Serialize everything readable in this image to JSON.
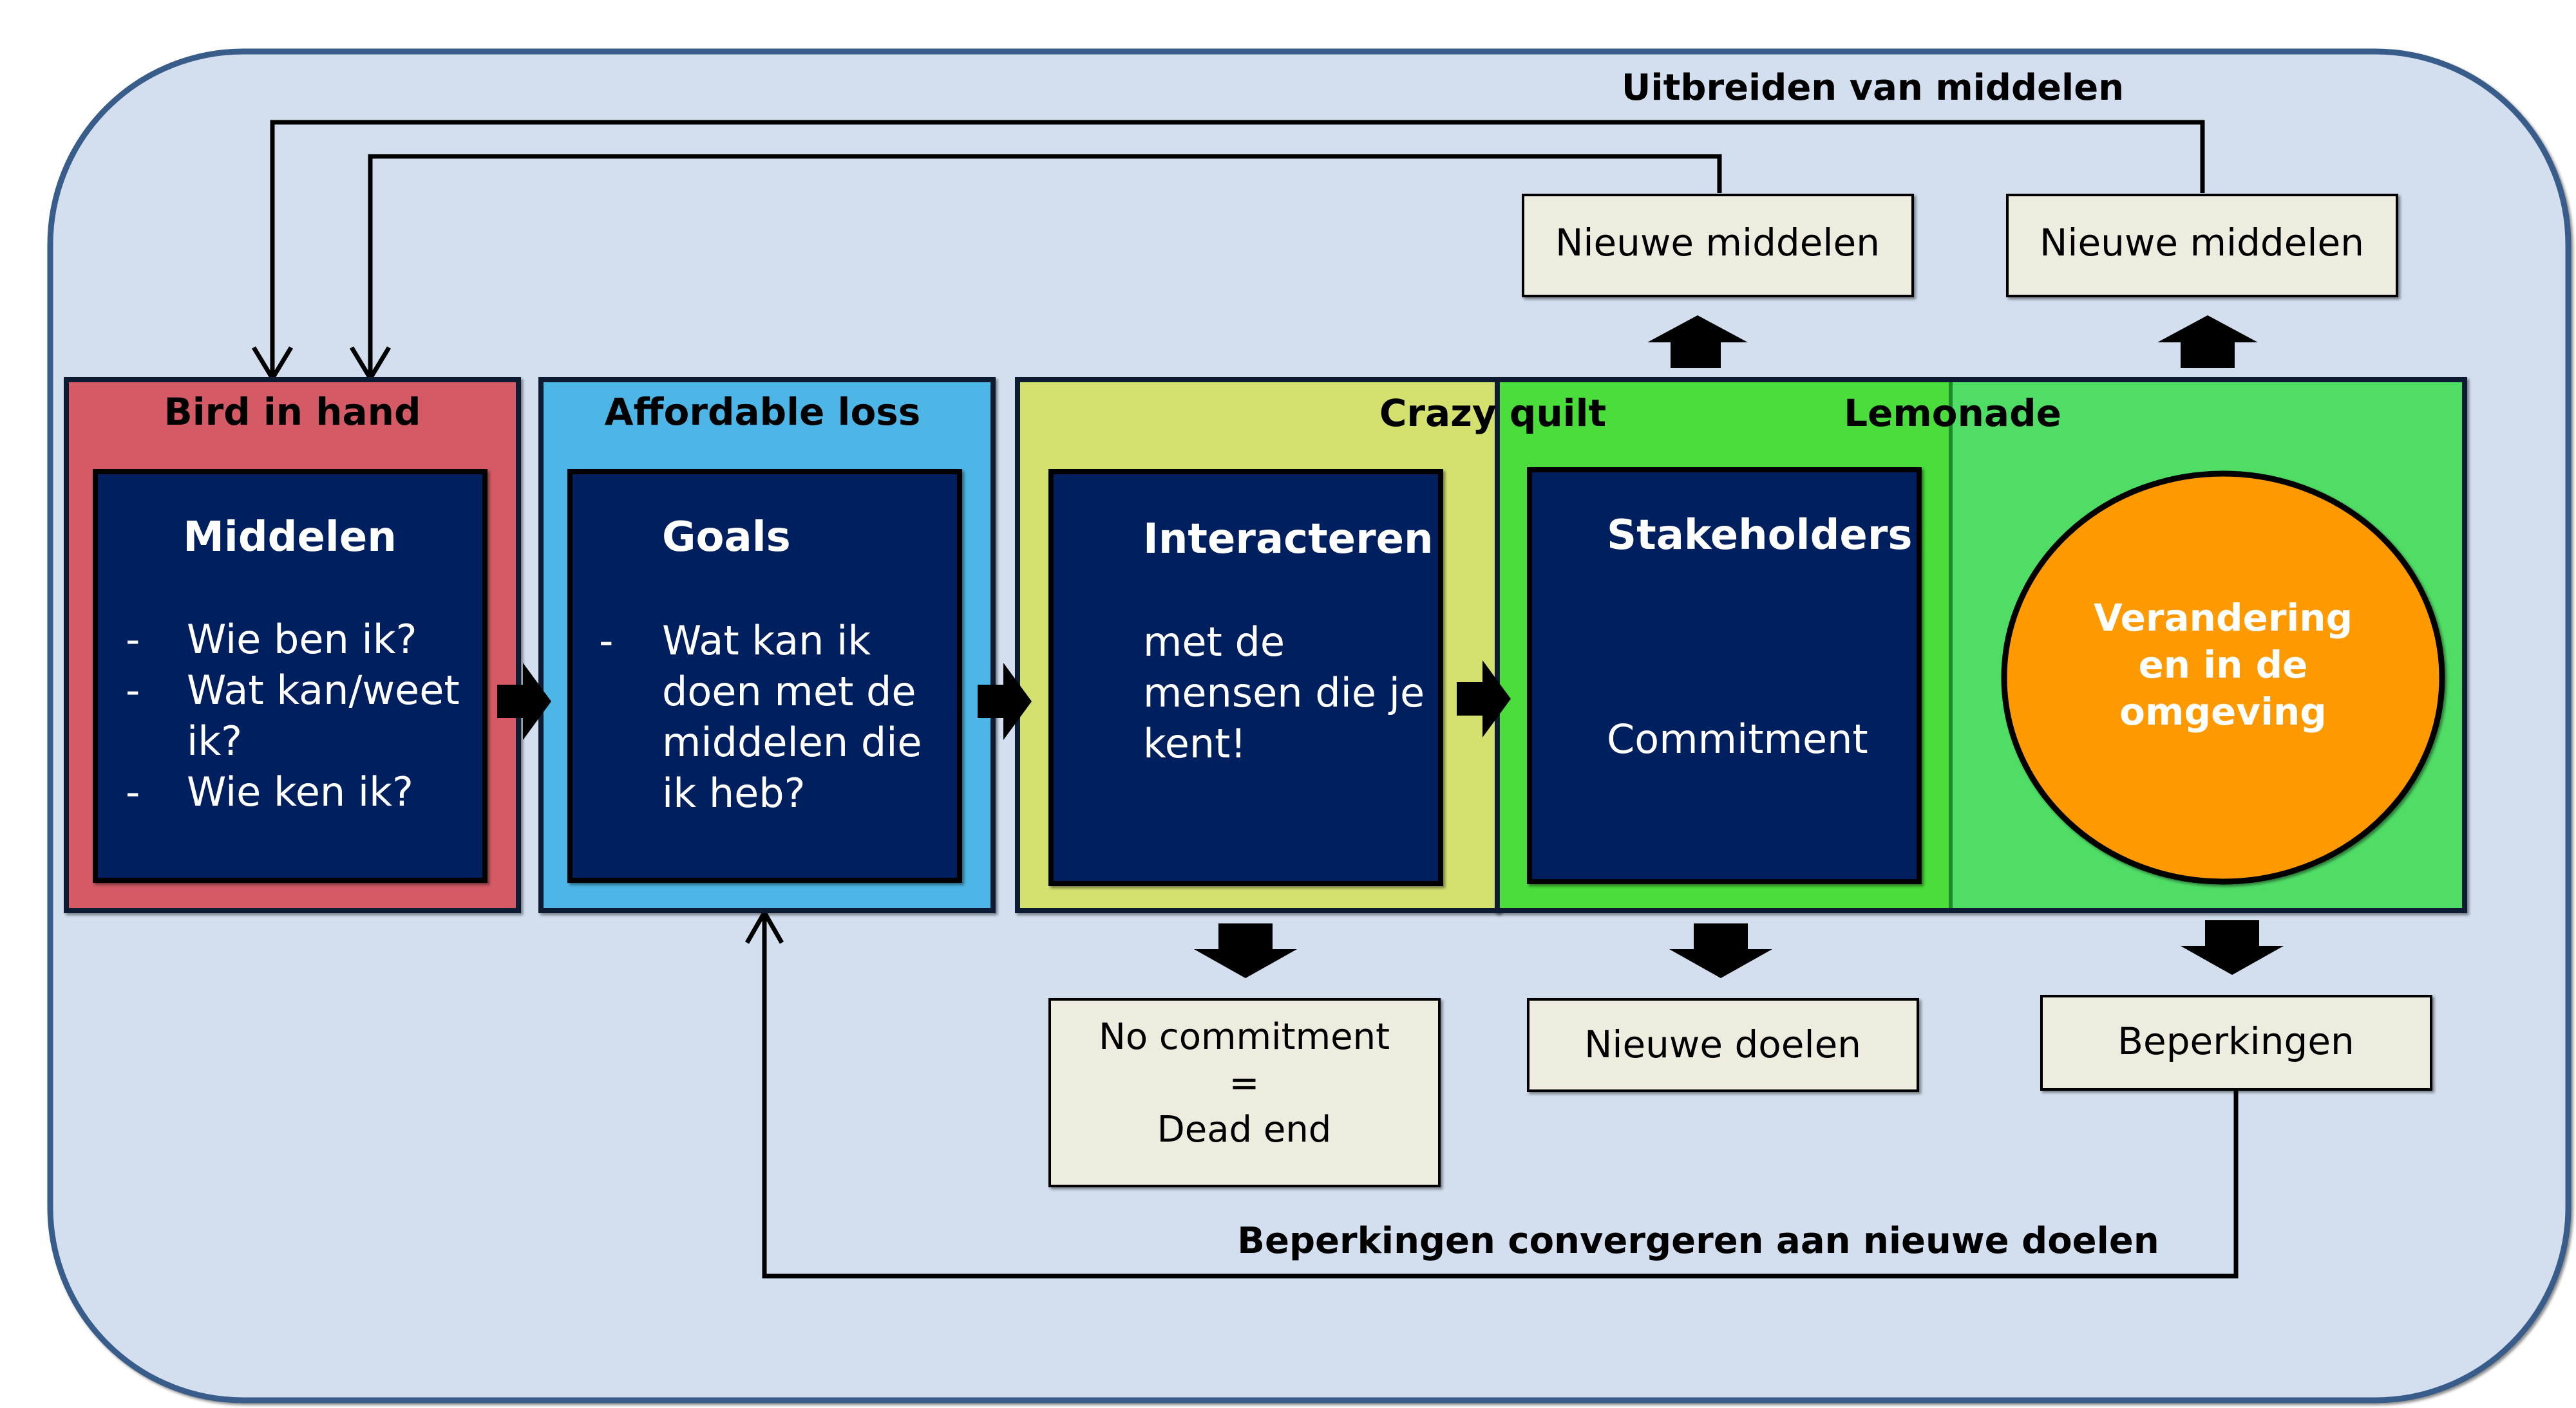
{
  "colors": {
    "background": "#D3DFEF",
    "border": "#385D8A",
    "bird_in_hand": "#D45A66",
    "affordable_loss": "#4DB6E6",
    "crazy_quilt": "#D5E16E",
    "lemonade_left": "#4ADD3B",
    "lemonade_right": "#50DD66",
    "inner_box": "#001F5F",
    "outcome_box": "#EEEBDF",
    "circle": "#FF9900"
  },
  "top_label": "Uitbreiden van middelen",
  "bottom_label": "Beperkingen convergeren aan nieuwe doelen",
  "stages": {
    "bird_in_hand": {
      "title": "Bird in hand",
      "heading": "Middelen",
      "items": [
        {
          "bullet": "-",
          "lines": [
            "Wie ben ik?"
          ]
        },
        {
          "bullet": "-",
          "lines": [
            "Wat kan/weet",
            "ik?"
          ]
        },
        {
          "bullet": "-",
          "lines": [
            "Wie ken ik?"
          ]
        }
      ]
    },
    "affordable_loss": {
      "title": "Affordable loss",
      "heading": "Goals",
      "bullet": "-",
      "lines": [
        "Wat kan ik",
        "doen met de",
        "middelen die",
        "ik heb?"
      ]
    },
    "crazy_quilt": {
      "title": "Crazy quilt",
      "heading": "Interacteren",
      "lines": [
        "met de",
        "mensen die je",
        "kent!"
      ]
    },
    "lemonade": {
      "title": "Lemonade",
      "heading": "Stakeholders",
      "body": "Commitment",
      "circle_lines": [
        "Verandering",
        "en in de",
        "omgeving"
      ]
    }
  },
  "outcomes": {
    "nieuwe_middelen_1": "Nieuwe middelen",
    "nieuwe_middelen_2": "Nieuwe middelen",
    "no_commitment": [
      "No commitment",
      "=",
      "Dead end"
    ],
    "nieuwe_doelen": "Nieuwe doelen",
    "beperkingen": "Beperkingen"
  }
}
